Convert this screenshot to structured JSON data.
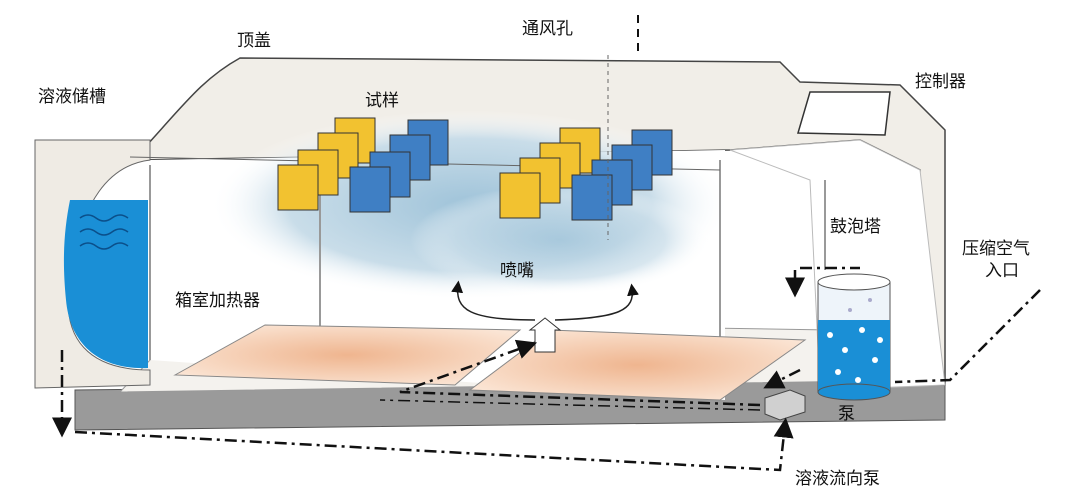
{
  "labels": {
    "top_cover": "顶盖",
    "vent": "通风孔",
    "controller": "控制器",
    "solution_tank": "溶液储槽",
    "samples": "试样",
    "bubble_tower": "鼓泡塔",
    "compressed_air_line1": "压缩空气",
    "compressed_air_line2": "入口",
    "nozzle": "喷嘴",
    "chamber_heater": "箱室加热器",
    "pump": "泵",
    "solution_flow_to_pump": "溶液流向泵"
  },
  "colors": {
    "sample_yellow": "#f2c230",
    "sample_blue": "#3f7fc4",
    "tank_water": "#1a8fd6",
    "heater": "#f3c9a8",
    "base": "#9a9a9a",
    "wall": "#f1eee8"
  }
}
